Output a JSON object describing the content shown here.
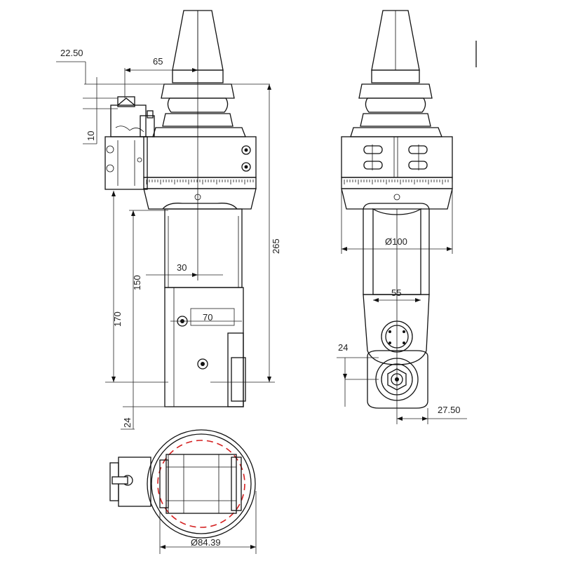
{
  "dimensions": {
    "d_22_50": "22.50",
    "d_65": "65",
    "d_10": "10",
    "d_265": "265",
    "d_150": "150",
    "d_170": "170",
    "d_30": "30",
    "d_70": "70",
    "d_24_side": "24",
    "d_diam_100": "Ø100",
    "d_55": "55",
    "d_24_front": "24",
    "d_27_50": "27.50",
    "d_diam_84_39": "Ø84.39"
  }
}
